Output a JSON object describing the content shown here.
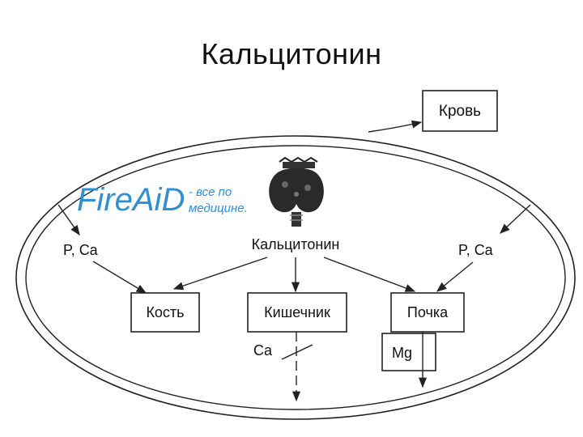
{
  "title": "Кальцитонин",
  "watermark": {
    "brand": "FireAiD",
    "tagline_line1": "- все по",
    "tagline_line2": "медицине."
  },
  "nodes": {
    "blood": "Кровь",
    "hormone": "Кальцитонин",
    "bone": "Кость",
    "intestine": "Кишечник",
    "kidney": "Почка",
    "mg": "Mg"
  },
  "edge_labels": {
    "left_pca": "P, Ca",
    "right_pca": "P, Ca",
    "intestine_ca": "Ca"
  },
  "icons": {
    "thyroid": "thyroid-gland-icon"
  }
}
